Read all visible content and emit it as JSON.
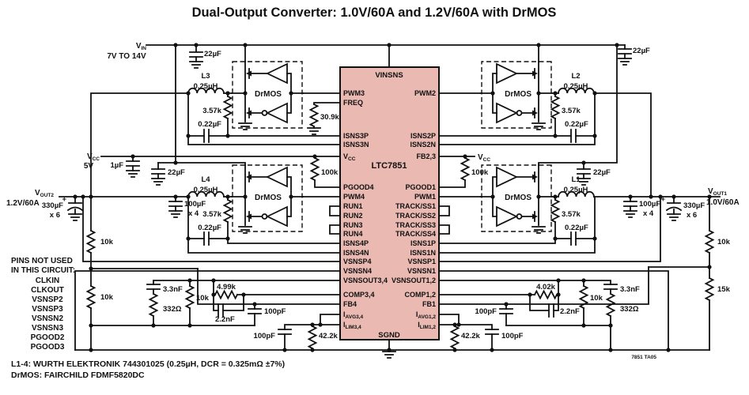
{
  "title": "Dual-Output Converter: 1.0V/60A and 1.2V/60A with DrMOS",
  "ic": {
    "part": "LTC7851",
    "top_pin": "VINSNS",
    "bottom_pin": "SGND",
    "left_pins": [
      "PWM3",
      "FREQ",
      "ISNS3P",
      "ISNS3N",
      {
        "main": "V",
        "sub": "CC"
      },
      "PGOOD4",
      "PWM4",
      "RUN1",
      "RUN2",
      "RUN3",
      "RUN4",
      "ISNS4P",
      "ISNS4N",
      "VSNSP4",
      "VSNSN4",
      "VSNSOUT3,4",
      "COMP3,4",
      "FB4",
      {
        "main": "I",
        "sub": "AVG3,4"
      },
      {
        "main": "I",
        "sub": "LIM3,4"
      }
    ],
    "right_pins": [
      "PWM2",
      "ISNS2P",
      "ISNS2N",
      "FB2,3",
      "PGOOD1",
      "PWM1",
      "TRACK/SS1",
      "TRACK/SS2",
      "TRACK/SS3",
      "TRACK/SS4",
      "ISNS1P",
      "ISNS1N",
      "VSNSP1",
      "VSNSN1",
      "VSNSOUT1,2",
      "COMP1,2",
      "FB1",
      {
        "main": "I",
        "sub": "AVG1,2"
      },
      {
        "main": "I",
        "sub": "LIM1,2"
      }
    ]
  },
  "nets": {
    "vin": {
      "main": "V",
      "sub": "IN"
    },
    "vin_range": "7V TO 14V",
    "vcc": {
      "main": "V",
      "sub": "CC"
    },
    "vcc_5v": "5V",
    "vout1": {
      "main": "V",
      "sub": "OUT1"
    },
    "vout1_rating": "1.0V/60A",
    "vout2": {
      "main": "V",
      "sub": "OUT2"
    },
    "vout2_rating": "1.2V/60A"
  },
  "vals": {
    "c22u": "22µF",
    "c1u": "1µF",
    "c100u": "100µF",
    "x4": "x 4",
    "c330u": "330µF",
    "x6": "x 6",
    "plus": "+",
    "c022u": "0.22µF",
    "c33n": "3.3nF",
    "c22n": "2.2nF",
    "c100p": "100pF",
    "r357": "3.57k",
    "r309": "30.9k",
    "r100k": "100k",
    "r10k": "10k",
    "r15k": "15k",
    "r499": "4.99k",
    "r402": "4.02k",
    "r332": "332Ω",
    "r422": "42.2k",
    "l025": "0.25µH"
  },
  "inductors": {
    "l1": "L1",
    "l2": "L2",
    "l3": "L3",
    "l4": "L4"
  },
  "drmos": "DrMOS",
  "notes": {
    "unused_title_1": "PINS NOT USED",
    "unused_title_2": "IN THIS CIRCUIT:",
    "unused_pins": [
      "CLKIN",
      "CLKOUT",
      "VSNSP2",
      "VSNSP3",
      "VSNSN2",
      "VSNSN3",
      "PGOOD2",
      "PGOOD3"
    ],
    "note1": "L1-4: WURTH ELEKTRONIK 744301025 (0.25µH, DCR = 0.325mΩ ±7%)",
    "note2": "DrMOS: FAIRCHILD FDMF5820DC",
    "tag": "7851 TA05"
  },
  "colors": {
    "ic_fill": "#e9b9b2",
    "line": "#111111"
  }
}
